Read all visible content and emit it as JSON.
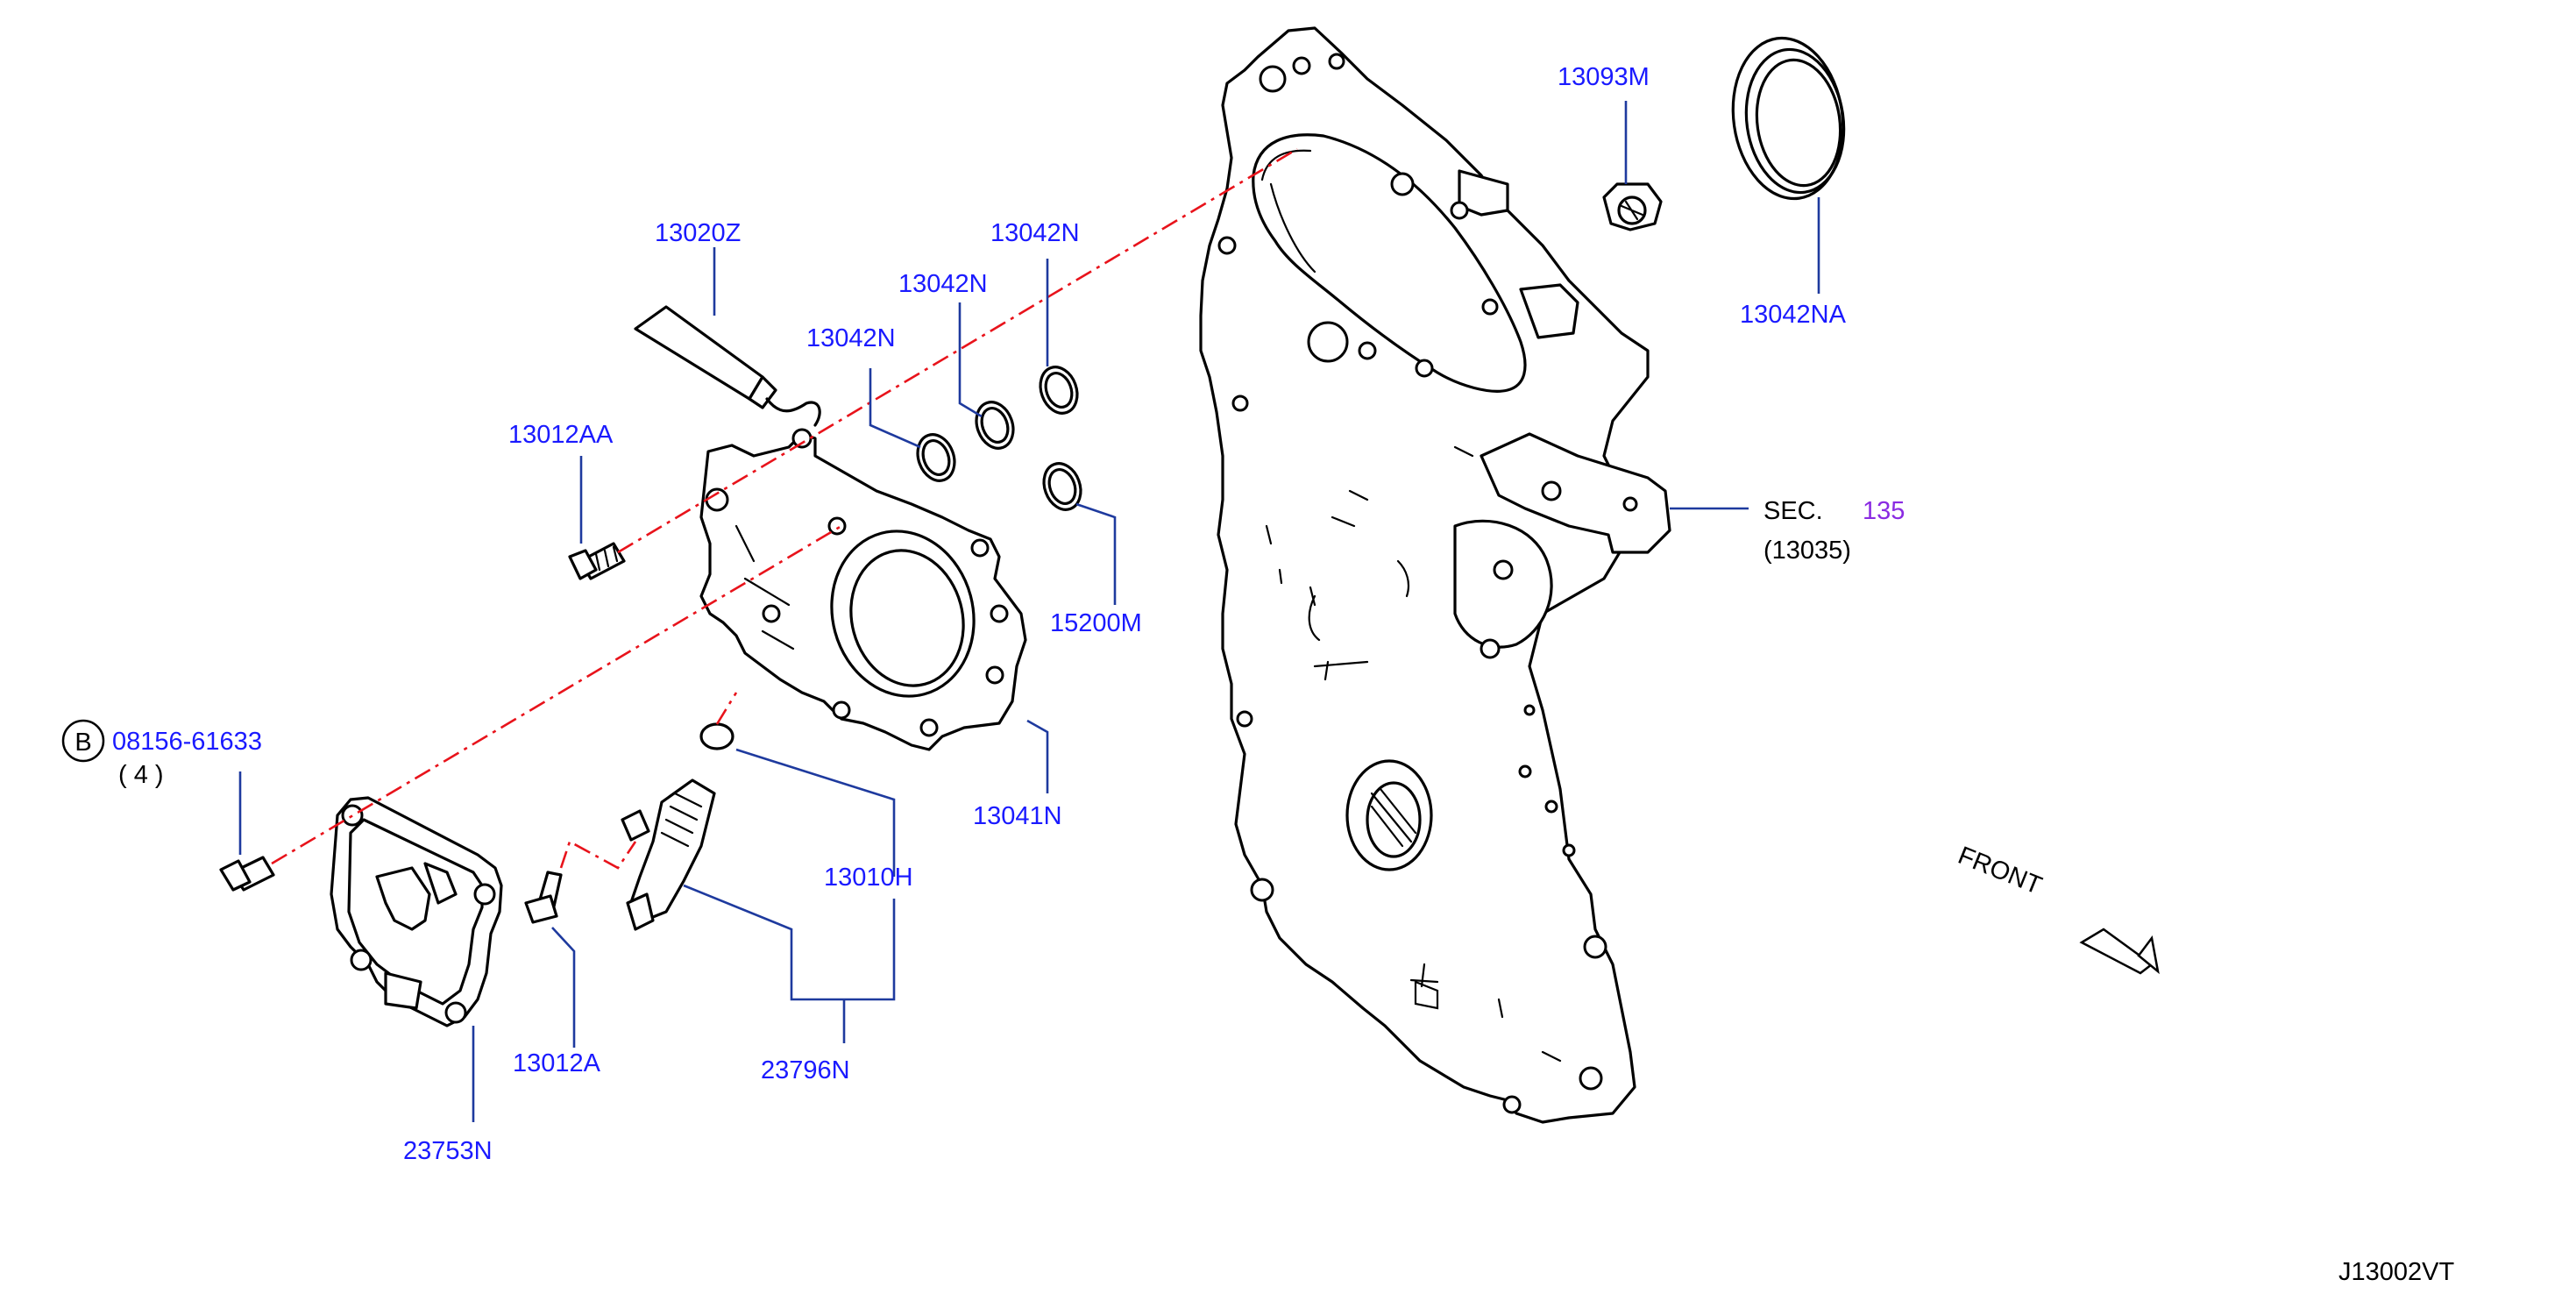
{
  "diagram_code": "J13002VT",
  "direction_label": "FRONT",
  "bolt_symbol": "B",
  "parts": {
    "p13020Z": "13020Z",
    "p13042N_a": "13042N",
    "p13042N_b": "13042N",
    "p13042N_c": "13042N",
    "p13012AA": "13012AA",
    "p08156": "08156-61633",
    "p08156_qty": "( 4 )",
    "p15200M": "15200M",
    "p13041N": "13041N",
    "p13010H": "13010H",
    "p13012A": "13012A",
    "p23796N": "23796N",
    "p23753N": "23753N",
    "p13093M": "13093M",
    "p13042NA": "13042NA"
  },
  "section_ref": {
    "prefix": "SEC.",
    "number": "135",
    "sub": "(13035)"
  },
  "colors": {
    "part_label": "#1a1aff",
    "leader_line": "#1e3a9e",
    "dash_line": "#e8131b",
    "section_number": "#8a2be2",
    "outline": "#000000"
  }
}
